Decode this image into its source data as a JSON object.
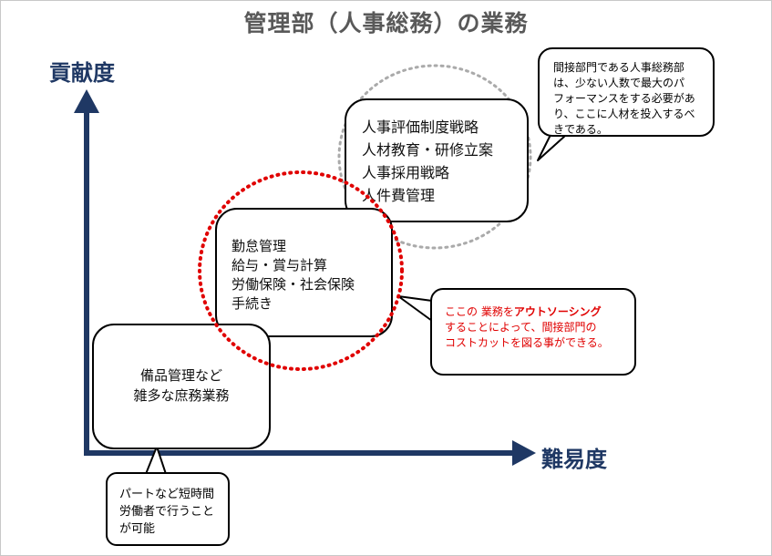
{
  "title": "管理部（人事総務）の業務",
  "axes": {
    "y_label": "貢献度",
    "x_label": "難易度"
  },
  "boxes": {
    "strategic": [
      "人事評価制度戦略",
      "人材教育・研修立案",
      "人事採用戦略",
      "人件費管理"
    ],
    "routine": [
      "勤怠管理",
      "給与・賞与計算",
      "労働保険・社会保険",
      "手続き"
    ],
    "general": [
      "備品管理など",
      "雑多な庶務業務"
    ]
  },
  "callouts": {
    "top_right": [
      "間接部門である人事総務部",
      "は、少ない人数で最大のパ",
      "フォーマンスをする必要があ",
      "り、ここに人材を投入するべ",
      "きである。"
    ],
    "outsourcing": {
      "line1_pre": "ここの 業務を",
      "line1_highlight": "アウトソーシング",
      "line2": "することによって、間接部門の",
      "line3": "コストカットを図る事ができる。"
    },
    "parttime": [
      "パートなど短時間",
      "労働者で行うこと",
      "が可能"
    ]
  },
  "colors": {
    "axis": "#1f3864",
    "red_dotted_circle": "#e00000",
    "gray_dotted_circle": "#aaaaaa",
    "outsourcing_text": "#e00000"
  }
}
